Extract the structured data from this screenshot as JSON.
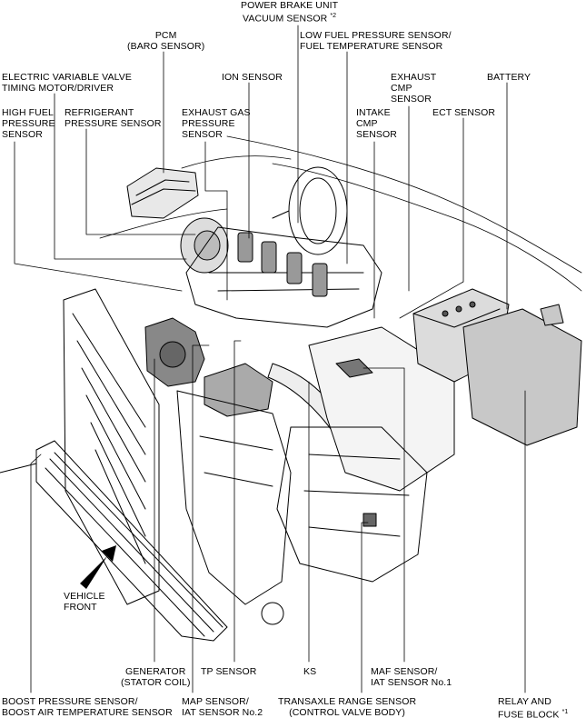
{
  "labels": {
    "power_brake_unit": {
      "line1": "POWER BRAKE UNIT",
      "line2": "VACUUM SENSOR",
      "note": "*2"
    },
    "pcm": {
      "line1": "PCM",
      "line2": "(BARO SENSOR)"
    },
    "low_fuel_pressure": {
      "line1": "LOW FUEL PRESSURE SENSOR/",
      "line2": "FUEL TEMPERATURE SENSOR"
    },
    "electric_vvt": {
      "line1": "ELECTRIC VARIABLE VALVE",
      "line2": "TIMING MOTOR/DRIVER"
    },
    "ion_sensor": {
      "line1": "ION SENSOR"
    },
    "exhaust_cmp": {
      "line1": "EXHAUST",
      "line2": "CMP",
      "line3": "SENSOR"
    },
    "battery": {
      "line1": "BATTERY"
    },
    "high_fuel_pressure": {
      "line1": "HIGH FUEL",
      "line2": "PRESSURE",
      "line3": "SENSOR"
    },
    "refrigerant": {
      "line1": "REFRIGERANT",
      "line2": "PRESSURE SENSOR"
    },
    "exhaust_gas": {
      "line1": "EXHAUST GAS",
      "line2": "PRESSURE",
      "line3": "SENSOR"
    },
    "intake_cmp": {
      "line1": "INTAKE",
      "line2": "CMP",
      "line3": "SENSOR"
    },
    "ect_sensor": {
      "line1": "ECT SENSOR"
    },
    "vehicle_front": {
      "line1": "VEHICLE",
      "line2": "FRONT"
    },
    "generator": {
      "line1": "GENERATOR",
      "line2": "(STATOR COIL)"
    },
    "tp_sensor": {
      "line1": "TP SENSOR"
    },
    "ks": {
      "line1": "KS"
    },
    "maf_sensor": {
      "line1": "MAF SENSOR/",
      "line2": "IAT SENSOR No.1"
    },
    "boost_pressure": {
      "line1": "BOOST PRESSURE SENSOR/",
      "line2": "BOOST AIR TEMPERATURE SENSOR"
    },
    "map_sensor": {
      "line1": "MAP SENSOR/",
      "line2": "IAT SENSOR No.2"
    },
    "transaxle_range": {
      "line1": "TRANSAXLE RANGE SENSOR",
      "line2": "(CONTROL VALVE BODY)"
    },
    "relay_fuse": {
      "line1": "RELAY AND",
      "line2": "FUSE BLOCK",
      "note": "*1"
    }
  }
}
